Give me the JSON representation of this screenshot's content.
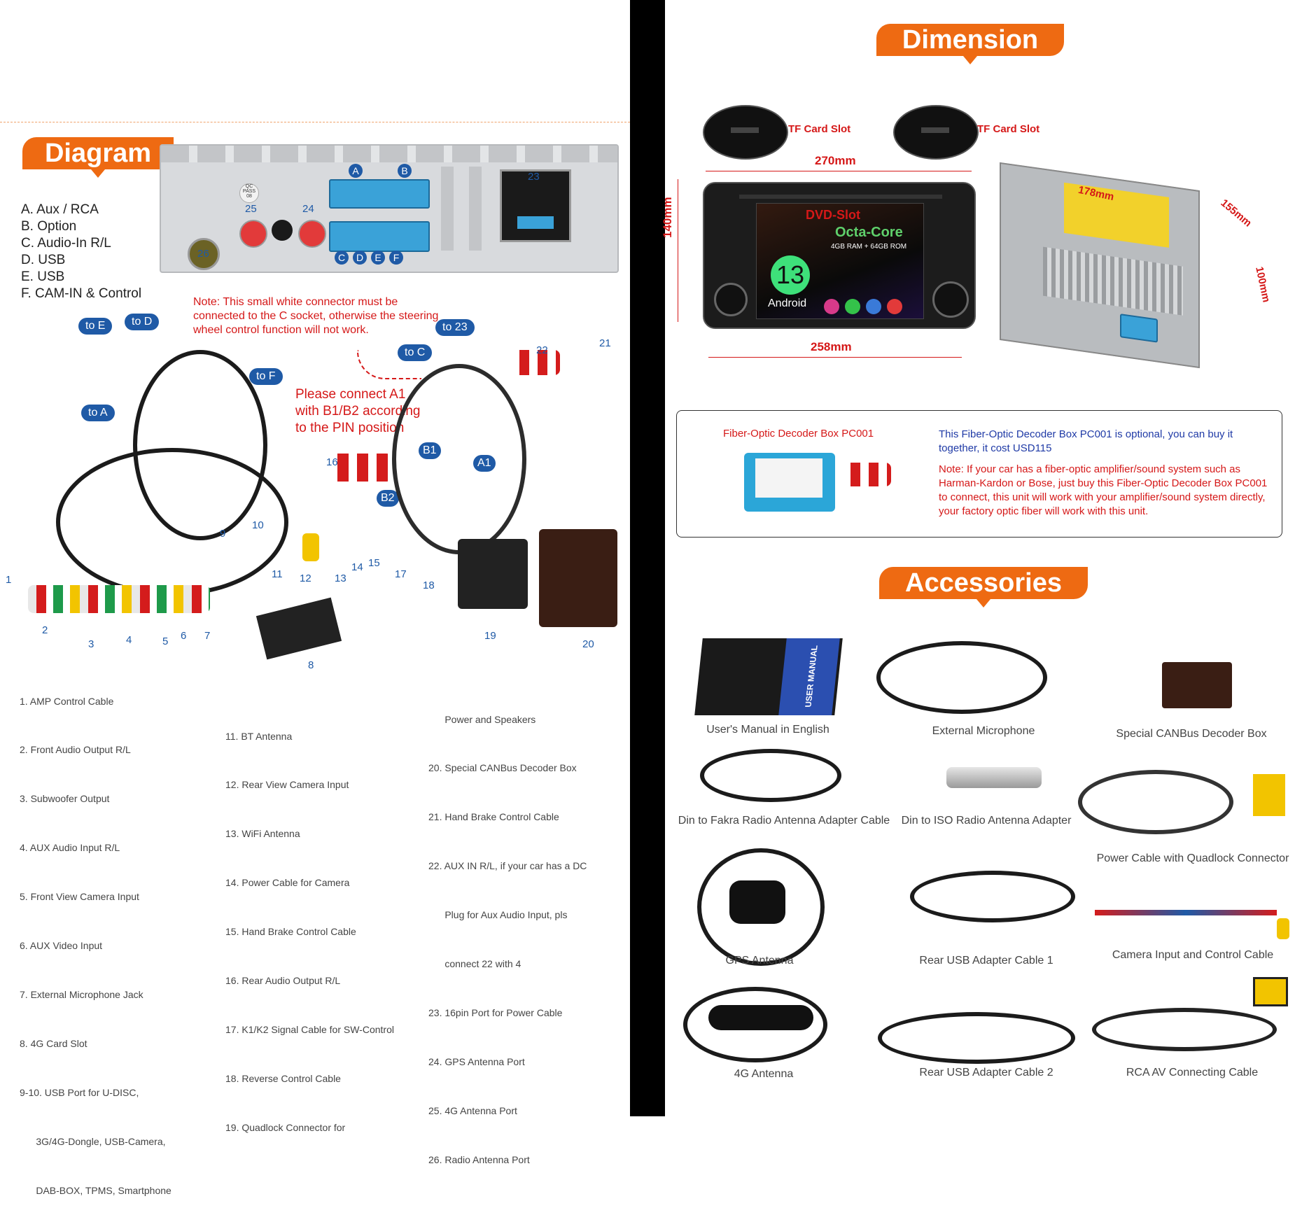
{
  "diagram": {
    "title": "Diagram",
    "legend": [
      "A. Aux / RCA",
      "B. Option",
      "C. Audio-In R/L",
      "D. USB",
      "E. USB",
      "F. CAM-IN & Control"
    ],
    "panel_labels": {
      "qc": "QC PASS 08",
      "n23": "23",
      "n24": "24",
      "n25": "25",
      "n26": "26",
      "top_sockets": [
        "A",
        "B"
      ],
      "bottom_sockets": [
        "C",
        "D",
        "E",
        "F"
      ]
    },
    "note": "Note: This small white connector must be connected to the C socket, otherwise the steering wheel control function will not work.",
    "connect_note": "Please connect A1 with B1/B2 according to the PIN position",
    "bubbles": {
      "toE": "to E",
      "toD": "to D",
      "toF": "to F",
      "toA": "to A",
      "toC": "to C",
      "to23": "to 23",
      "b1": "B1",
      "b2": "B2",
      "a1": "A1"
    },
    "numbers": [
      "1",
      "2",
      "3",
      "4",
      "5",
      "6",
      "7",
      "8",
      "9",
      "10",
      "11",
      "12",
      "13",
      "14",
      "15",
      "16",
      "17",
      "18",
      "19",
      "20",
      "21",
      "22"
    ],
    "list_col1": [
      "1. AMP Control Cable",
      "2. Front Audio Output R/L",
      "3. Subwoofer Output",
      "4. AUX Audio Input R/L",
      "5. Front View Camera Input",
      "6. AUX Video Input",
      "7. External Microphone Jack",
      "8. 4G Card Slot",
      "9-10. USB Port for U-DISC,",
      "      3G/4G-Dongle, USB-Camera,",
      "      DAB-BOX, TPMS, Smartphone"
    ],
    "list_col2": [
      "11. BT Antenna",
      "12. Rear View Camera Input",
      "13. WiFi Antenna",
      "14. Power Cable for Camera",
      "15. Hand Brake Control Cable",
      "16. Rear Audio Output R/L",
      "17. K1/K2 Signal Cable for SW-Control",
      "18. Reverse Control Cable",
      "19. Quadlock Connector for"
    ],
    "list_col3": [
      "      Power and Speakers",
      "20. Special CANBus Decoder Box",
      "21. Hand Brake Control Cable",
      "22. AUX IN R/L, if your car has a DC",
      "      Plug for Aux Audio Input, pls",
      "      connect 22 with 4",
      "23. 16pin Port for Power Cable",
      "24. GPS Antenna Port",
      "25. 4G Antenna Port",
      "26. Radio Antenna Port"
    ]
  },
  "dimension": {
    "title": "Dimension",
    "tf_slot": "TF Card Slot",
    "width_top": "270mm",
    "width_bottom": "258mm",
    "height": "140mm",
    "side_a": "178mm",
    "side_b": "155mm",
    "side_c": "100mm",
    "screen": {
      "dvd": "DVD-Slot",
      "core": "Octa-Core",
      "mem": "4GB RAM + 64GB ROM",
      "version": "13",
      "os": "Android"
    }
  },
  "fiber": {
    "title": "Fiber-Optic Decoder Box  PC001",
    "optional": "This Fiber-Optic Decoder Box  PC001 is optional, you can buy it together, it cost USD115",
    "note": "Note: If your car has a fiber-optic amplifier/sound system such as Harman-Kardon or Bose, just buy this Fiber-Optic Decoder Box PC001 to connect, this unit will work with your amplifier/sound system directly, your factory optic fiber will work with this unit."
  },
  "accessories": {
    "title": "Accessories",
    "manual_cover": "USER MANUAL",
    "items": [
      "User's Manual in English",
      "External Microphone",
      "Special CANBus Decoder Box",
      "Din to Fakra Radio Antenna Adapter Cable",
      "Din to ISO Radio Antenna Adapter",
      "Power Cable with Quadlock Connector",
      "GPS Antenna",
      "Rear USB Adapter Cable 1",
      "Camera Input and Control Cable",
      "4G Antenna",
      "Rear USB Adapter Cable 2",
      "RCA AV Connecting Cable"
    ]
  },
  "colors": {
    "accent": "#ee6a12",
    "note_red": "#d51818",
    "label_blue": "#1f5aa6"
  }
}
